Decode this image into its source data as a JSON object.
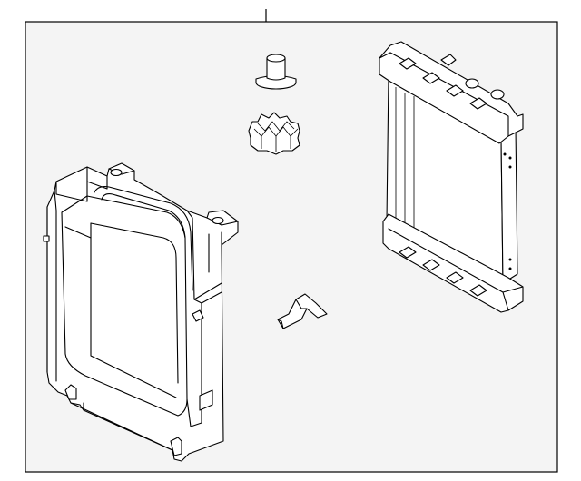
{
  "diagram": {
    "background": "#ffffff",
    "panel_fill": "#f4f4f4",
    "line_color": "#000000",
    "parts": [
      {
        "name": "fan-shroud"
      },
      {
        "name": "mounting-pin"
      },
      {
        "name": "grommet"
      },
      {
        "name": "bracket"
      },
      {
        "name": "radiator"
      }
    ]
  }
}
